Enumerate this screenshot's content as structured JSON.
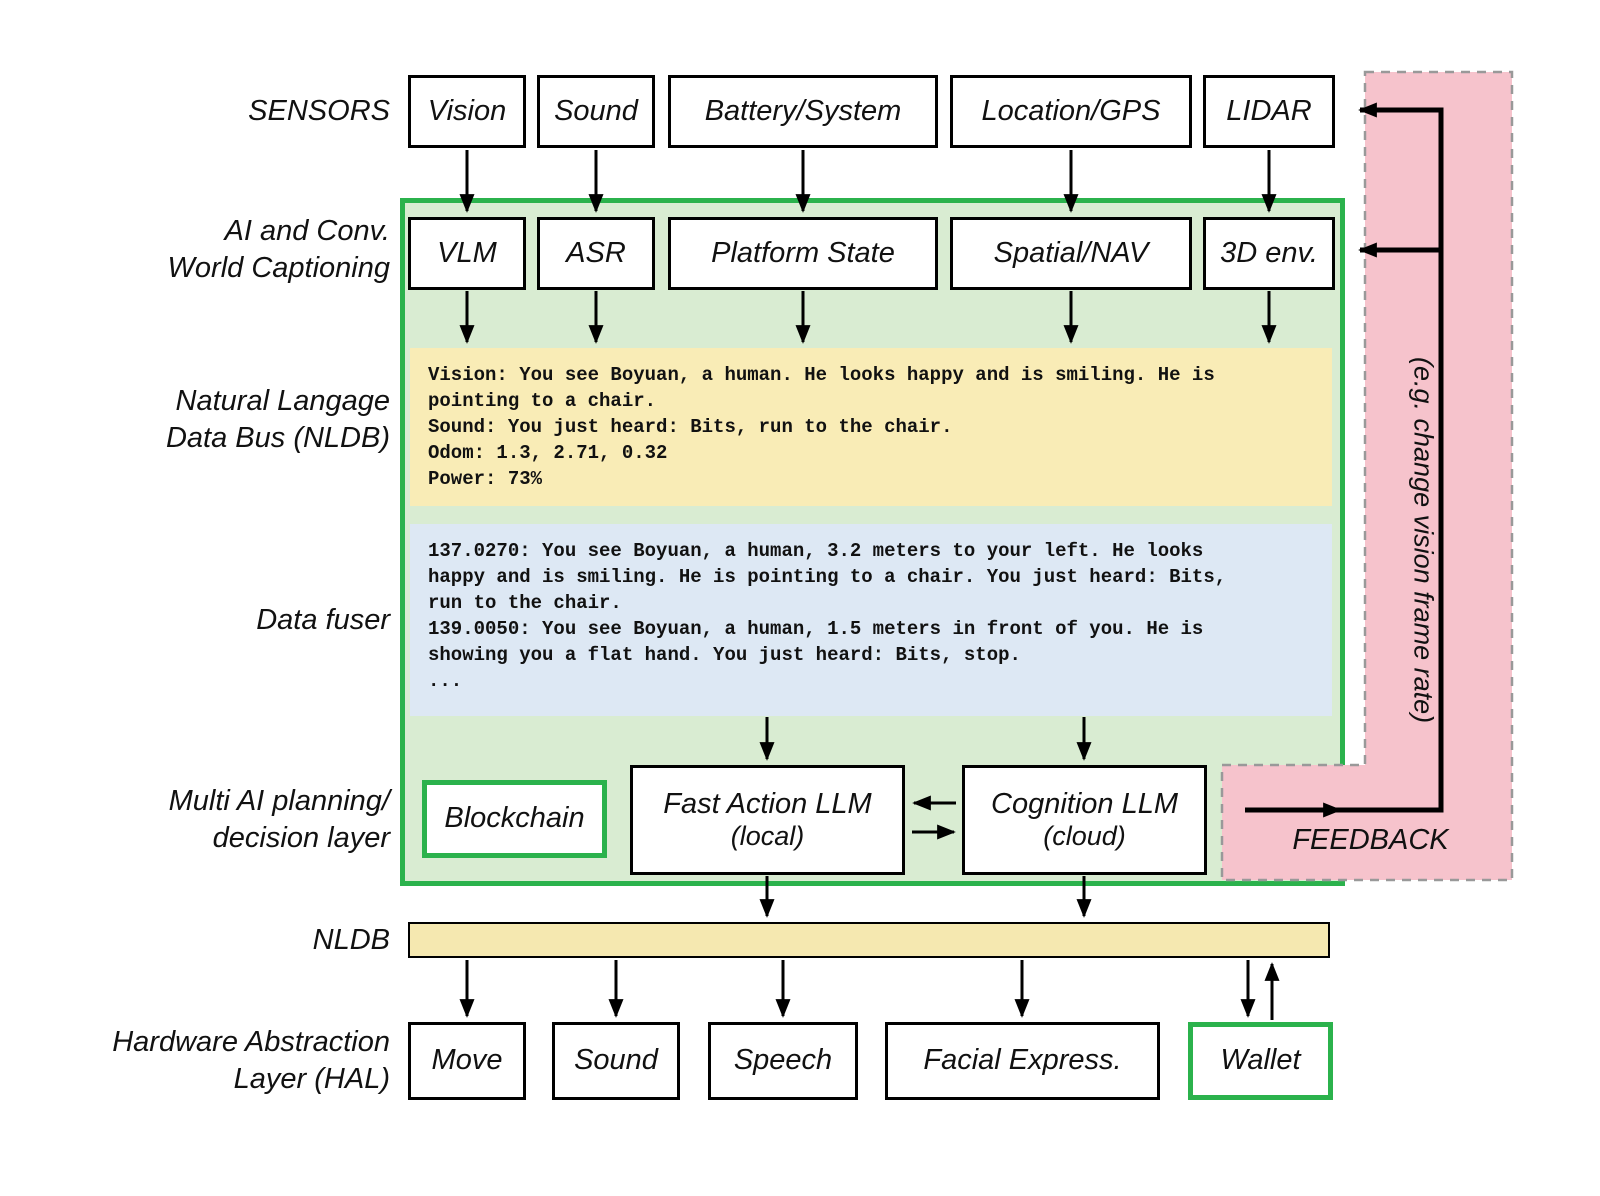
{
  "diagram": {
    "rows": {
      "sensors": {
        "label": "SENSORS",
        "boxes": [
          "Vision",
          "Sound",
          "Battery/System",
          "Location/GPS",
          "LIDAR"
        ]
      },
      "captioning": {
        "label": "AI and Conv.\nWorld Captioning",
        "boxes": [
          "VLM",
          "ASR",
          "Platform State",
          "Spatial/NAV",
          "3D env."
        ]
      },
      "nldb": {
        "label": "Natural Langage\nData Bus (NLDB)",
        "text": "Vision: You see Boyuan, a human. He looks happy and is smiling. He is\npointing to a chair.\nSound: You just heard: Bits, run to the chair.\nOdom: 1.3, 2.71, 0.32\nPower: 73%"
      },
      "fuser": {
        "label": "Data fuser",
        "text": "137.0270: You see Boyuan, a human, 3.2 meters to your left. He looks\nhappy and is smiling. He is pointing to a chair. You just heard: Bits,\nrun to the chair.\n139.0050: You see Boyuan, a human, 1.5 meters in front of you. He is\nshowing you a flat hand. You just heard: Bits, stop.\n..."
      },
      "planning": {
        "label": "Multi AI planning/\ndecision layer",
        "blockchain": "Blockchain",
        "fast": {
          "title": "Fast Action LLM",
          "sub": "(local)"
        },
        "cognition": {
          "title": "Cognition LLM",
          "sub": "(cloud)"
        }
      },
      "bus": {
        "label": "NLDB"
      },
      "hal": {
        "label": "Hardware Abstraction\nLayer (HAL)",
        "boxes": [
          "Move",
          "Sound",
          "Speech",
          "Facial Express.",
          "Wallet"
        ]
      }
    },
    "feedback": {
      "label": "FEEDBACK",
      "note": "(e.g. change vision frame rate)"
    },
    "colors": {
      "green": "#2bb24c",
      "green_fill": "#d9ecd2",
      "yellow": "#f9ecb6",
      "blue": "#dde8f4",
      "pink": "#f6c3cc"
    }
  }
}
